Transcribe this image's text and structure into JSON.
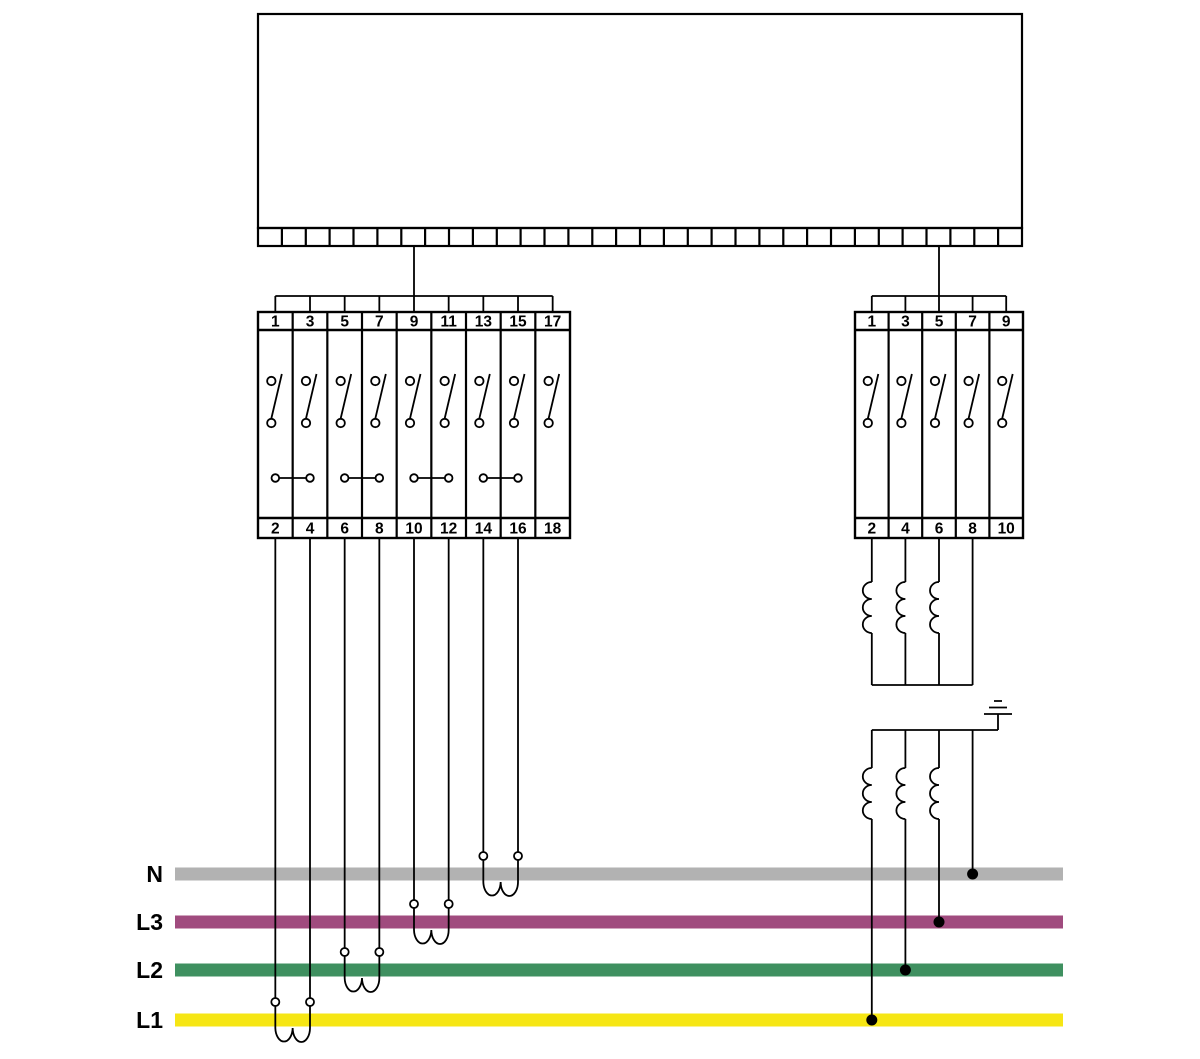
{
  "left_terminal_block": {
    "top_terminals": [
      "1",
      "3",
      "5",
      "7",
      "9",
      "11",
      "13",
      "15",
      "17"
    ],
    "bottom_terminals": [
      "2",
      "4",
      "6",
      "8",
      "10",
      "12",
      "14",
      "16",
      "18"
    ]
  },
  "right_terminal_block": {
    "top_terminals": [
      "1",
      "3",
      "5",
      "7",
      "9"
    ],
    "bottom_terminals": [
      "2",
      "4",
      "6",
      "8",
      "10"
    ]
  },
  "bus_lines": {
    "items": [
      {
        "label": "N",
        "color": "#b2b2b2"
      },
      {
        "label": "L3",
        "color": "#a04b7e"
      },
      {
        "label": "L2",
        "color": "#3f9060"
      },
      {
        "label": "L1",
        "color": "#f6e614"
      }
    ]
  }
}
